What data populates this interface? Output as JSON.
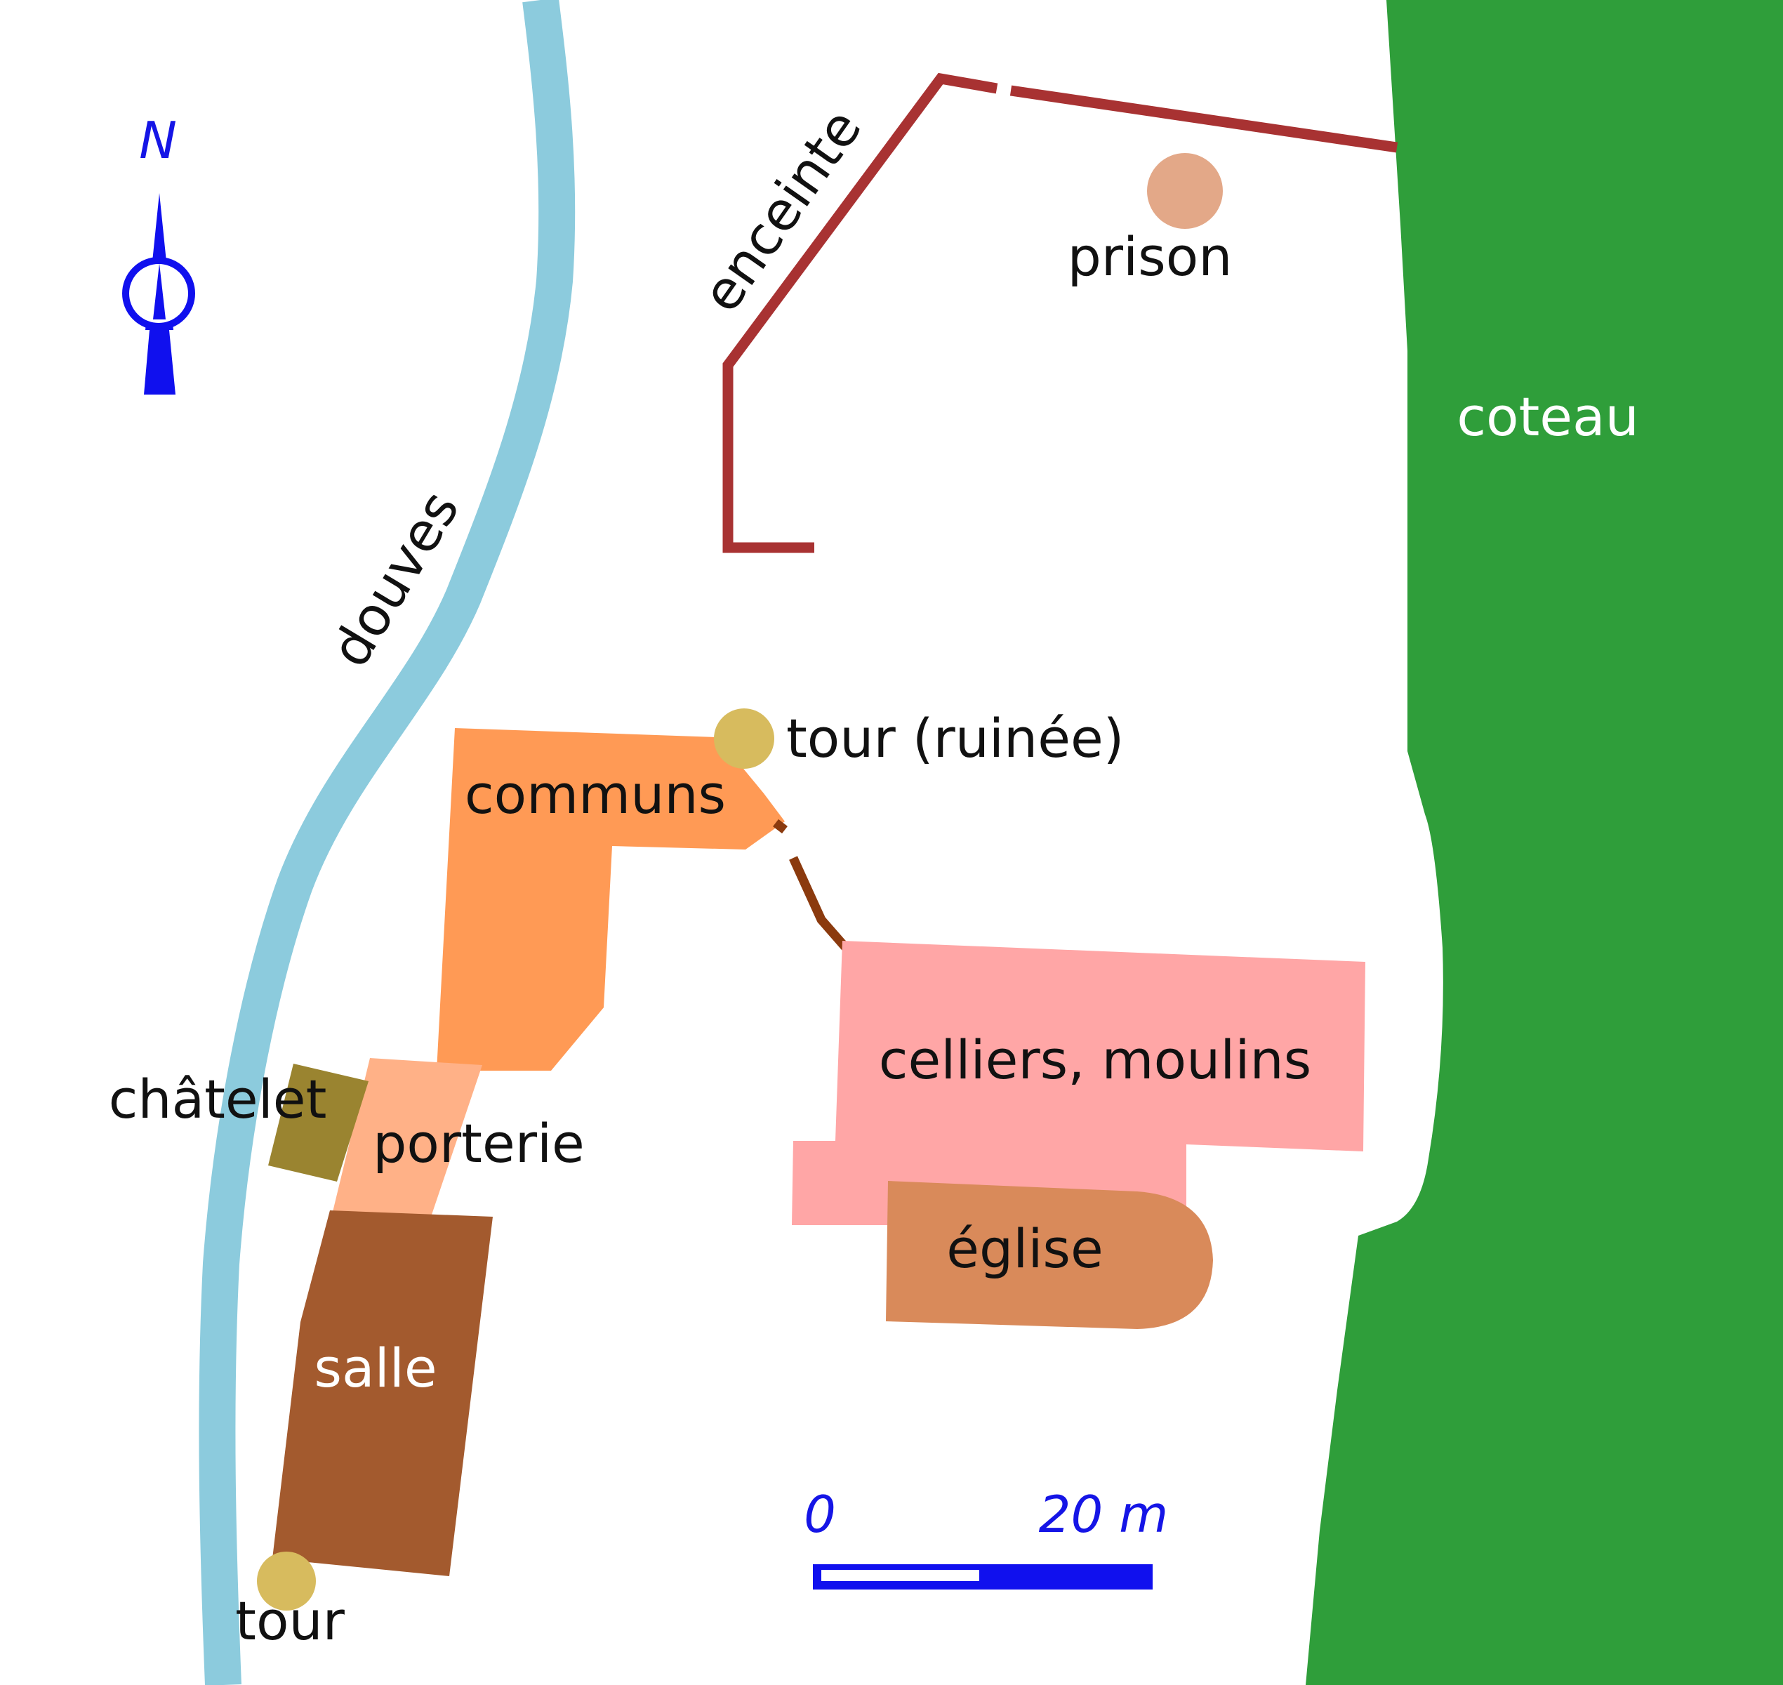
{
  "labels": {
    "north": "N",
    "enceinte": "enceinte",
    "prison": "prison",
    "douves": "douves",
    "coteau": "coteau",
    "tour_ruinee": "tour (ruinée)",
    "communs": "communs",
    "chatelet": "châtelet",
    "porterie": "porterie",
    "celliers": "celliers, moulins",
    "eglise": "église",
    "salle": "salle",
    "tour": "tour"
  },
  "scale": {
    "start": "0",
    "end": "20 m"
  },
  "colors": {
    "background": "#ffffff",
    "coteau": "#2f9e3a",
    "douves": "#8ccbdd",
    "enceinte": "#a83232",
    "prison": "#e3a888",
    "tour_ruinee": "#d7bb5e",
    "communs": "#ff9a55",
    "chatelet": "#9a8430",
    "porterie": "#ffb187",
    "celliers": "#ffa6a6",
    "eglise": "#d98a5a",
    "salle": "#a35a2e",
    "passage": "#8b3a0e",
    "compass": "#1010ee"
  },
  "icons": {
    "compass": "north-arrow-icon",
    "scale": "scale-bar-icon"
  }
}
